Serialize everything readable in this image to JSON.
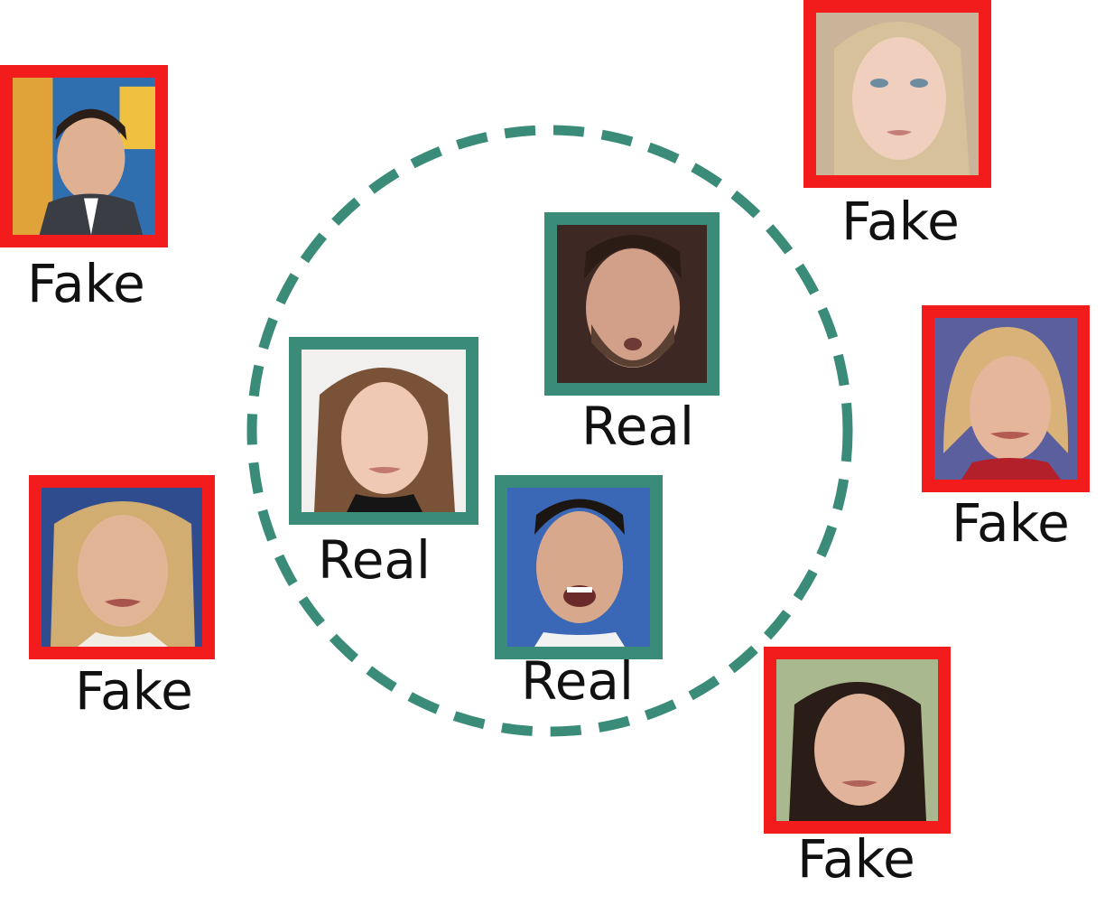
{
  "colors": {
    "fake": "#f21c1c",
    "real": "#3a8c78"
  },
  "fake_label": "Fake",
  "real_label": "Real",
  "faces": [
    {
      "id": "fake-face-1",
      "label": "Fake"
    },
    {
      "id": "fake-face-2",
      "label": "Fake"
    },
    {
      "id": "fake-face-3",
      "label": "Fake"
    },
    {
      "id": "fake-face-4",
      "label": "Fake"
    },
    {
      "id": "fake-face-5",
      "label": "Fake"
    },
    {
      "id": "real-face-1",
      "label": "Real"
    },
    {
      "id": "real-face-2",
      "label": "Real"
    },
    {
      "id": "real-face-3",
      "label": "Real"
    }
  ]
}
